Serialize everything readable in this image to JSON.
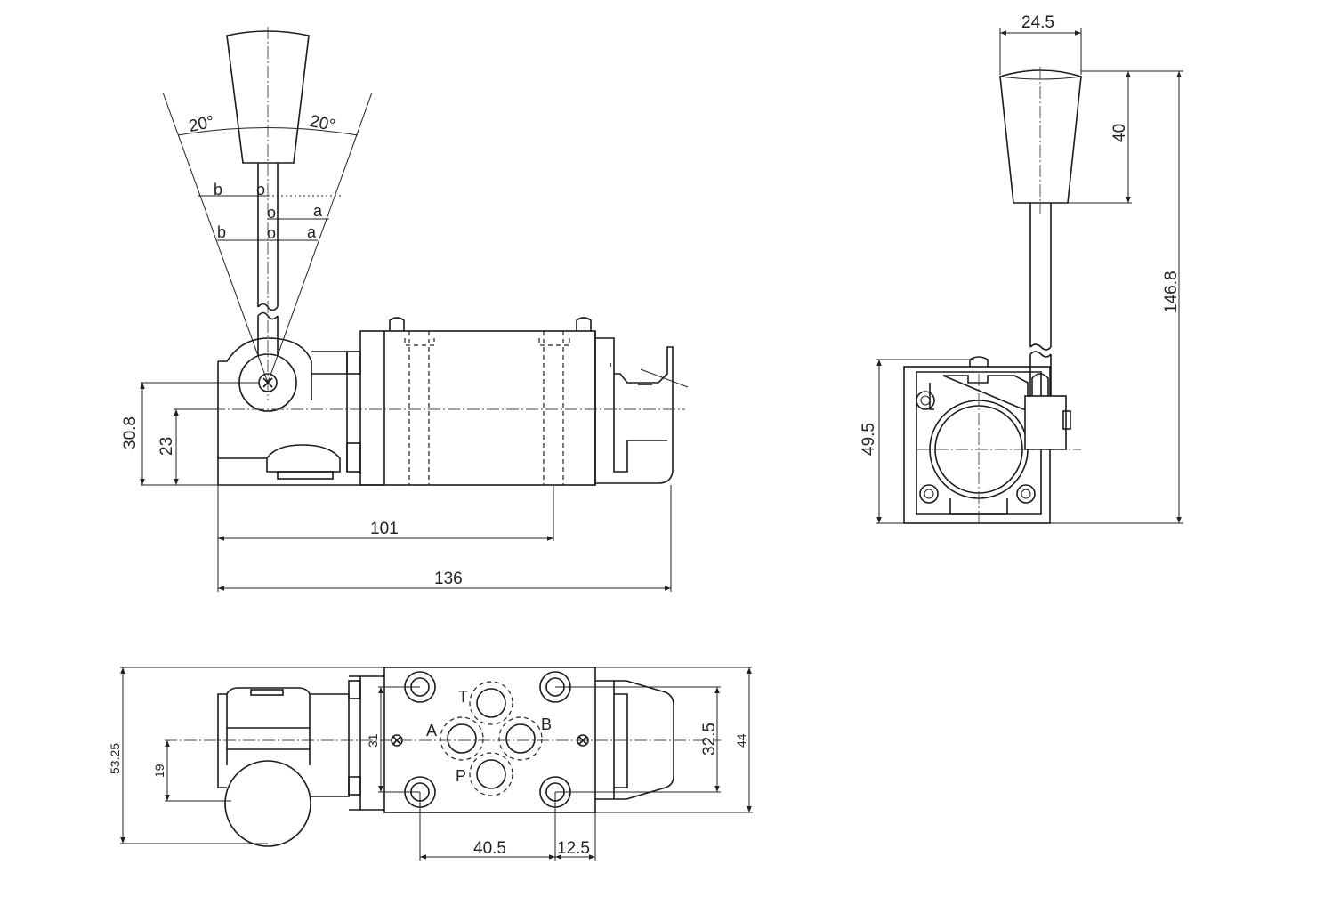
{
  "angles": {
    "left": "20°",
    "right": "20°"
  },
  "positions": {
    "b1": "b",
    "o1": "o",
    "o2": "o",
    "a1": "a",
    "b2": "b",
    "o3": "o",
    "a2": "a"
  },
  "dims_front": {
    "d30_8": "30.8",
    "d23": "23",
    "d101": "101",
    "d136": "136"
  },
  "dims_side": {
    "d24_5": "24.5",
    "d40": "40",
    "d146_8": "146.8",
    "d49_5": "49.5"
  },
  "dims_bottom": {
    "d53_25": "53.25",
    "d19": "19",
    "d31": "31",
    "d32_5": "32.5",
    "d44": "44",
    "d40_5": "40.5",
    "d12_5": "12.5"
  },
  "ports": {
    "T": "T",
    "A": "A",
    "B": "B",
    "P": "P"
  }
}
